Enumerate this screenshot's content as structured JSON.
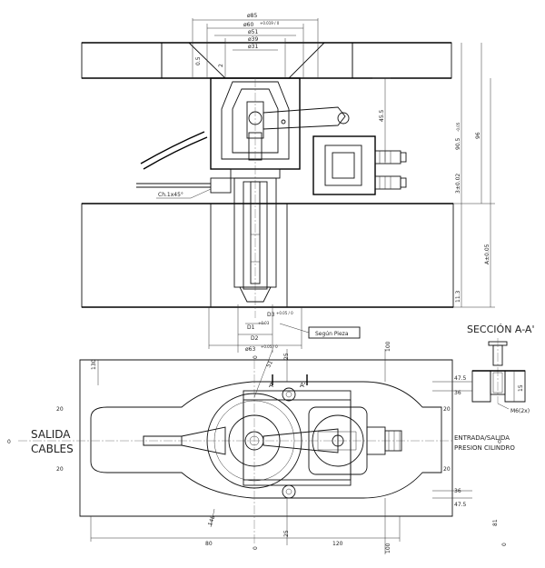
{
  "labels": {
    "section_title": "SECCIÓN A-A'",
    "salida_line1": "SALIDA",
    "salida_line2": "CABLES",
    "entrada_line1": "ENTRADA/SALIDA",
    "entrada_line2": "PRESION CILINDRO",
    "segun_pieza": "Según Pieza",
    "chamfer": "Ch.1x45°",
    "section_a": "A",
    "section_a_prime": "A'"
  },
  "top_view_dims": {
    "d85": "ø85",
    "d60": "ø60",
    "d60_tol": "+0.019 / 0",
    "d51": "ø51",
    "d39": "ø39",
    "d31": "ø31",
    "d05": "0.5",
    "d2": "2",
    "d455": "45.5",
    "d905": "90.5",
    "d905_tol": "-0.05",
    "d96": "96",
    "d3": "3±0.02",
    "da": "A±0.05",
    "d113": "11.3",
    "dd1": "D1",
    "dd1_tol": "+0.03",
    "dd2": "D2",
    "dd3": "D3",
    "dd3_tol": "+0.05 / 0",
    "d63": "ø63",
    "d63_tol": "+0.05 / 0"
  },
  "bottom_view_dims": {
    "d130": "130",
    "d100": "100",
    "d100b": "100",
    "d25": "25",
    "d25b": "25",
    "d475": "47.5",
    "d475b": "47.5",
    "d36": "36",
    "d36b": "36",
    "d20": "20",
    "d20b": "20",
    "d20c": "20",
    "d20d": "20",
    "d0a": "0",
    "d0b": "0",
    "d0c": "0",
    "d0d": "0",
    "d0e": "0",
    "d80": "80",
    "d120": "120",
    "d148": "148",
    "r81": "81",
    "d51": "51"
  },
  "section_dims": {
    "d15": "15",
    "m6": "M6(2x)"
  }
}
